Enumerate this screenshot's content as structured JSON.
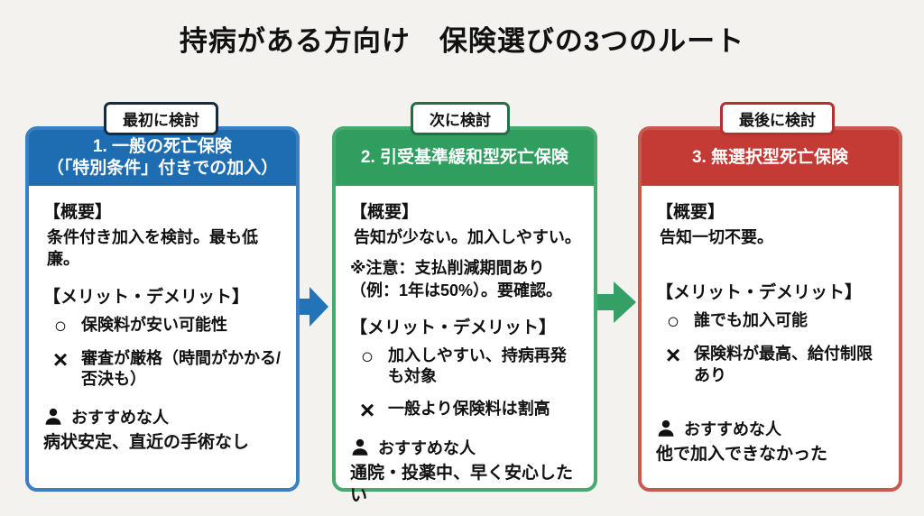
{
  "title": "持病がある方向け　保険選びの3つのルート",
  "labels": {
    "overview": "【概要】",
    "merits": "【メリット・デメリット】",
    "recommend": "おすすめな人"
  },
  "icons": {
    "merit": "○",
    "demerit": "×",
    "person": "person-icon",
    "arrow_between_1_2": "right-arrow",
    "arrow_between_2_3": "right-arrow"
  },
  "colors": {
    "background": "#f4f2ee",
    "column1_theme": "#1e6db2",
    "column2_theme": "#2f9e5f",
    "column3_theme": "#c43a34",
    "arrow1": "#2273b8",
    "arrow2": "#35a065",
    "text": "#111111"
  },
  "columns": [
    {
      "badge": "最初に検討",
      "title": "1. 一般の死亡保険\n（「特別条件」付きでの加入）",
      "overview": "条件付き加入を検討。最も低廉。",
      "note": "",
      "merit": "保険料が安い可能性",
      "demerit": "審査が厳格（時間がかかる/否決も）",
      "recommend": "病状安定、直近の手術なし"
    },
    {
      "badge": "次に検討",
      "title": "2. 引受基準緩和型死亡保険",
      "overview": "告知が少ない。加入しやすい。",
      "note": "※注意：支払削減期間あり（例：1年は50%）。要確認。",
      "merit": "加入しやすい、持病再発も対象",
      "demerit": "一般より保険料は割高",
      "recommend": "通院・投薬中、早く安心したい"
    },
    {
      "badge": "最後に検討",
      "title": "3. 無選択型死亡保険",
      "overview": "告知一切不要。",
      "note": "",
      "merit": "誰でも加入可能",
      "demerit": "保険料が最高、給付制限あり",
      "recommend": "他で加入できなかった"
    }
  ]
}
